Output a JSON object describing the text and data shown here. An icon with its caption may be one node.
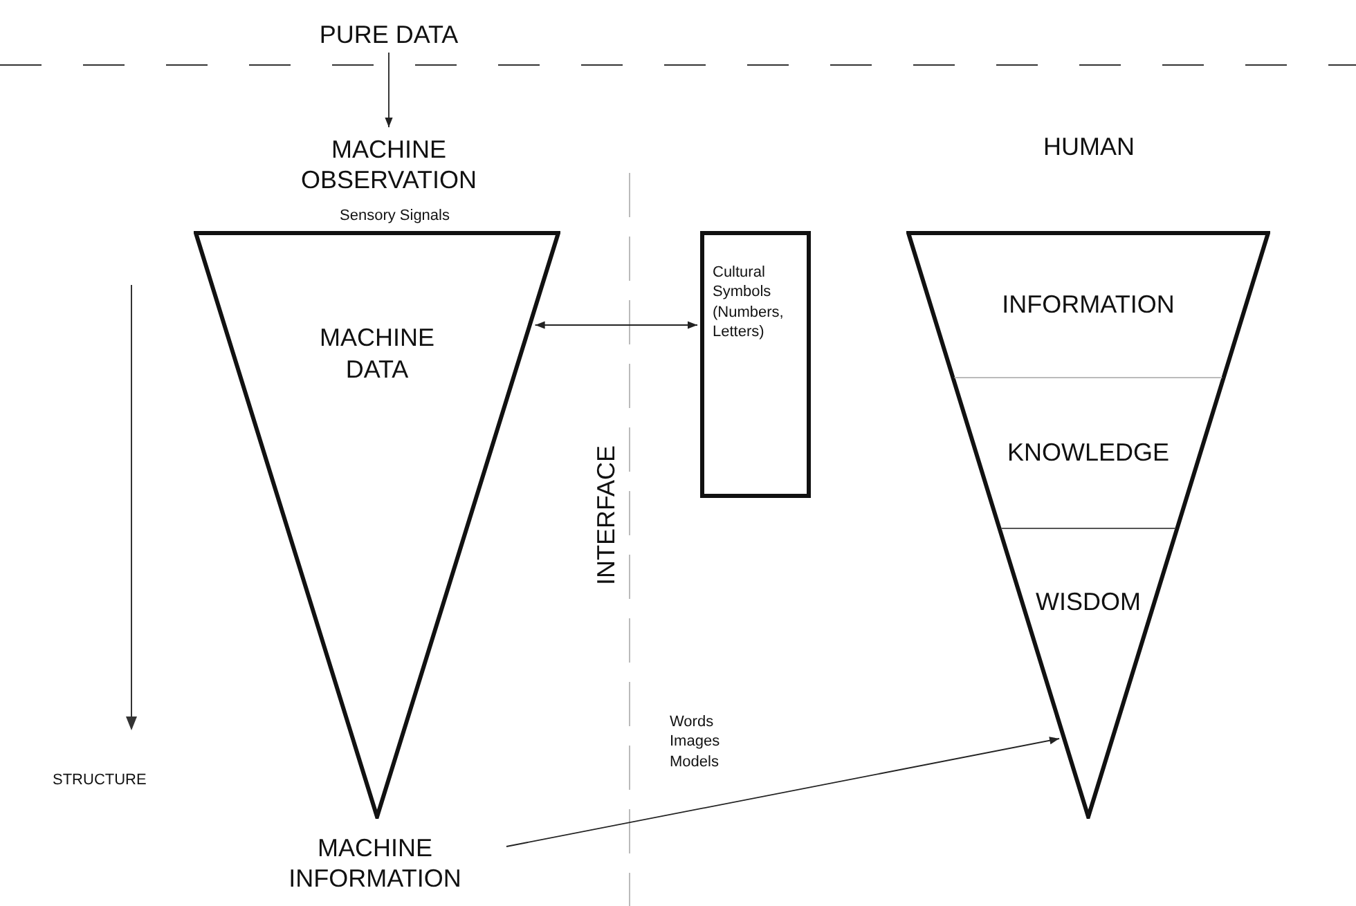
{
  "diagram": {
    "nodes": [
      {
        "text": [
          "PURE DATA"
        ]
      },
      {
        "text": [
          "MACHINE OBSERVATION"
        ]
      },
      {
        "text": [
          "MACHINE DATA"
        ],
        "beside": [
          "Sensory Signals"
        ]
      },
      {
        "text": [
          "Cultural Symbols (Numbers, Letters)"
        ]
      },
      {
        "text": [],
        "shape": "triangle"
      },
      {
        "text": [
          "INFORMATION"
        ],
        "in": 4
      },
      {
        "text": [
          "KNOWLEDGE"
        ],
        "in": 4
      },
      {
        "text": [
          "WISDOM"
        ],
        "in": 4
      },
      {
        "text": [
          "MACHINE INFORMATION"
        ]
      }
    ],
    "edges": [
      {
        "from": 0,
        "to": 1,
        "arrow": "to"
      },
      {
        "from": 2,
        "to": 3,
        "arrow": "both"
      },
      {
        "from": 8,
        "to": 4,
        "arrow": "to",
        "label": "Words Images Models"
      }
    ],
    "labels": [
      "HUMAN",
      "INTERFACE",
      "STRUCTURE"
    ]
  }
}
